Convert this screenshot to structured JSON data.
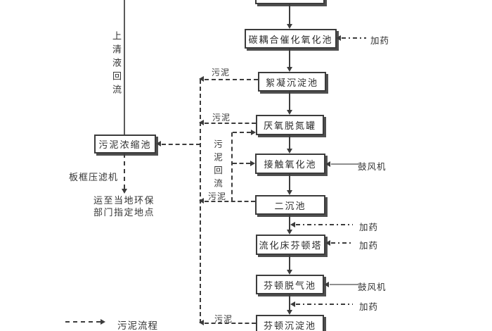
{
  "boxes": {
    "catalytic_oxidation": "碳耦合催化氧化池",
    "flocculation_sedimentation": "絮凝沉淀池",
    "anaerobic_denitrification": "厌氧脱氮罐",
    "contact_oxidation": "接触氧化池",
    "secondary_sedimentation": "二沉池",
    "fluidized_bed_fenton_tower": "流化床芬顿塔",
    "fenton_degassing": "芬顿脱气池",
    "fenton_sedimentation": "芬顿沉淀池",
    "sludge_thickening": "污泥浓缩池"
  },
  "labels": {
    "dosing": "加药",
    "blower": "鼓风机",
    "sludge": "污泥",
    "sludge_return": "污泥回流",
    "supernatant_return": "上清液回流",
    "plate_frame_filter_press": "板框压滤机",
    "disposal_line1": "运至当地环保",
    "disposal_line2": "部门指定地点",
    "legend_sludge_flow": "污泥流程"
  },
  "colors": {
    "line": "#3c3c3c",
    "blower_line": "#8f8f8f",
    "box_shadow": "#4f4f4f",
    "background": "#ffffff"
  }
}
